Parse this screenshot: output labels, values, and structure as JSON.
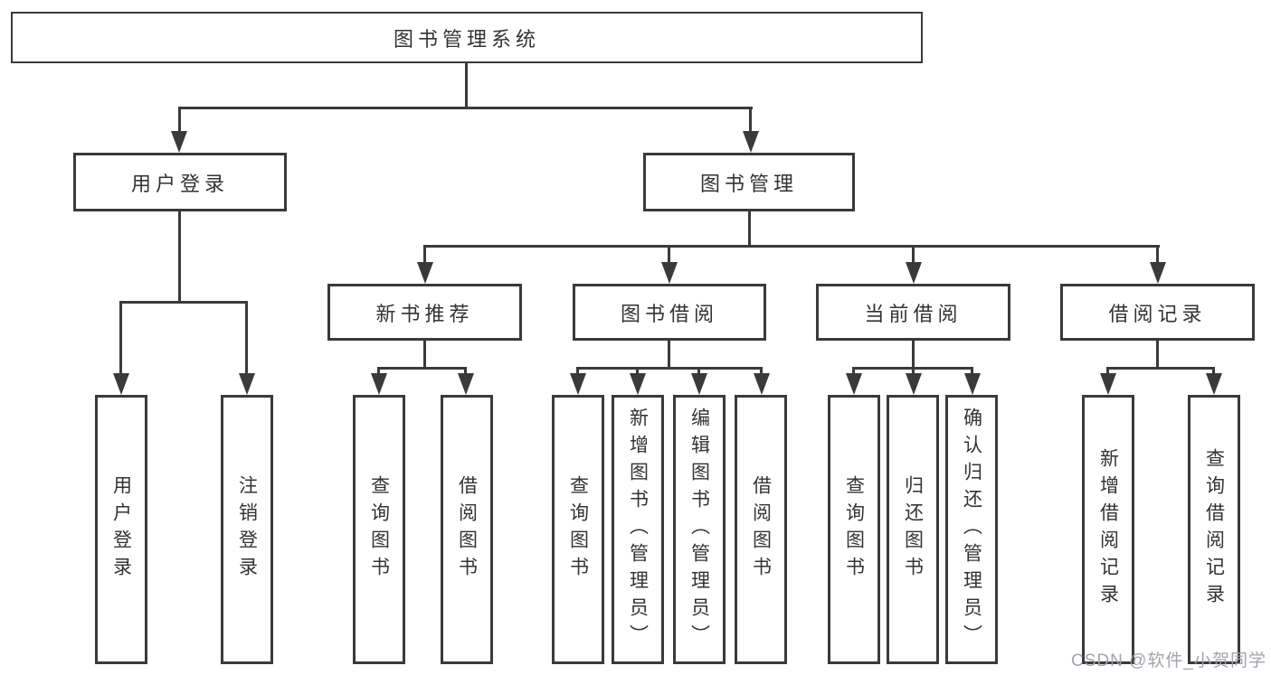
{
  "diagram": {
    "type": "hierarchy-tree",
    "title": "图书管理系统",
    "colors": {
      "background": "#ffffff",
      "line": "#3a3a3a",
      "box_border": "#3a3a3a",
      "text": "#333333",
      "watermark": "#9e9ea8"
    }
  },
  "tree": {
    "root": "图书管理系统",
    "children": [
      {
        "label": "用户登录",
        "children": [
          "用户登录",
          "注销登录"
        ]
      },
      {
        "label": "图书管理",
        "children": [
          {
            "label": "新书推荐",
            "children": [
              "查询图书",
              "借阅图书"
            ]
          },
          {
            "label": "图书借阅",
            "children": [
              "查询图书",
              "新增图书（管理员）",
              "编辑图书（管理员）",
              "借阅图书"
            ]
          },
          {
            "label": "当前借阅",
            "children": [
              "查询图书",
              "归还图书",
              "确认归还（管理员）"
            ]
          },
          {
            "label": "借阅记录",
            "children": [
              "新增借阅记录",
              "查询借阅记录"
            ]
          }
        ]
      }
    ]
  },
  "watermark": {
    "text": "CSDN @软件_小贺同学"
  }
}
